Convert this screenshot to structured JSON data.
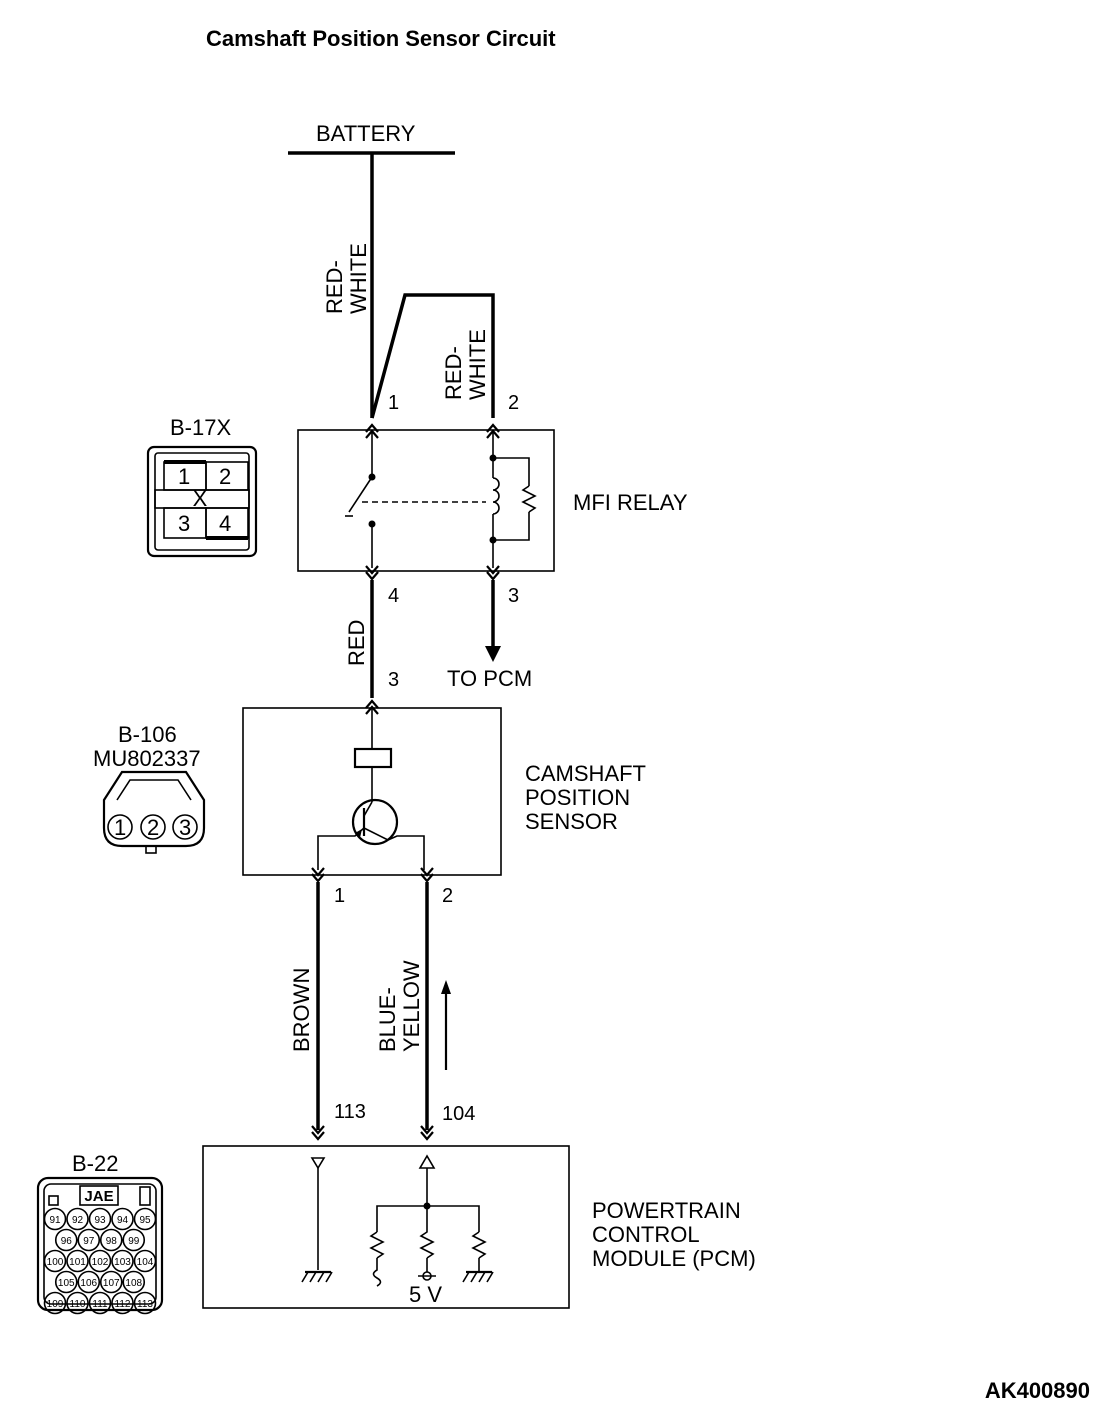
{
  "title": "Camshaft Position Sensor Circuit",
  "battery_label": "BATTERY",
  "code": "AK400890",
  "wires": {
    "battery_to_relay": "RED-WHITE",
    "relay_pin2": "RED-WHITE",
    "relay_to_sensor": "RED",
    "sensor_pin1": "BROWN",
    "sensor_pin2": "BLUE-YELLOW"
  },
  "wire_lines": {
    "red_white_1a": "RED-",
    "red_white_1b": "WHITE",
    "red_white_2a": "RED-",
    "red_white_2b": "WHITE",
    "red": "RED",
    "brown": "BROWN",
    "blue_yellow_a": "BLUE-",
    "blue_yellow_b": "YELLOW"
  },
  "mfi_relay": {
    "label": "MFI RELAY",
    "connector": "B-17X",
    "pins": [
      "1",
      "2",
      "3",
      "4"
    ],
    "pin_labels": {
      "p1": "1",
      "p2": "2",
      "p3": "3",
      "p4": "4"
    },
    "x_mark": "X"
  },
  "to_pcm": "TO PCM",
  "sensor": {
    "label_lines": [
      "CAMSHAFT",
      "POSITION",
      "SENSOR"
    ],
    "connector": "B-106",
    "part_number": "MU802337",
    "pins": [
      "1",
      "2",
      "3"
    ],
    "pin_labels": {
      "p3": "3",
      "p1": "1",
      "p2": "2"
    }
  },
  "pcm": {
    "label_lines": [
      "POWERTRAIN",
      "CONTROL",
      "MODULE (PCM)"
    ],
    "connector": "B-22",
    "connector_brand": "JAE",
    "pin_labels": {
      "p113": "113",
      "p104": "104"
    },
    "voltage": "5 V",
    "connector_pins": {
      "row1": [
        "91",
        "92",
        "93",
        "94",
        "95"
      ],
      "row2": [
        "96",
        "97",
        "98",
        "99"
      ],
      "row3": [
        "100",
        "101",
        "102",
        "103",
        "104"
      ],
      "row4": [
        "105",
        "106",
        "107",
        "108"
      ],
      "row5": [
        "109",
        "110",
        "111",
        "112",
        "113"
      ]
    }
  }
}
